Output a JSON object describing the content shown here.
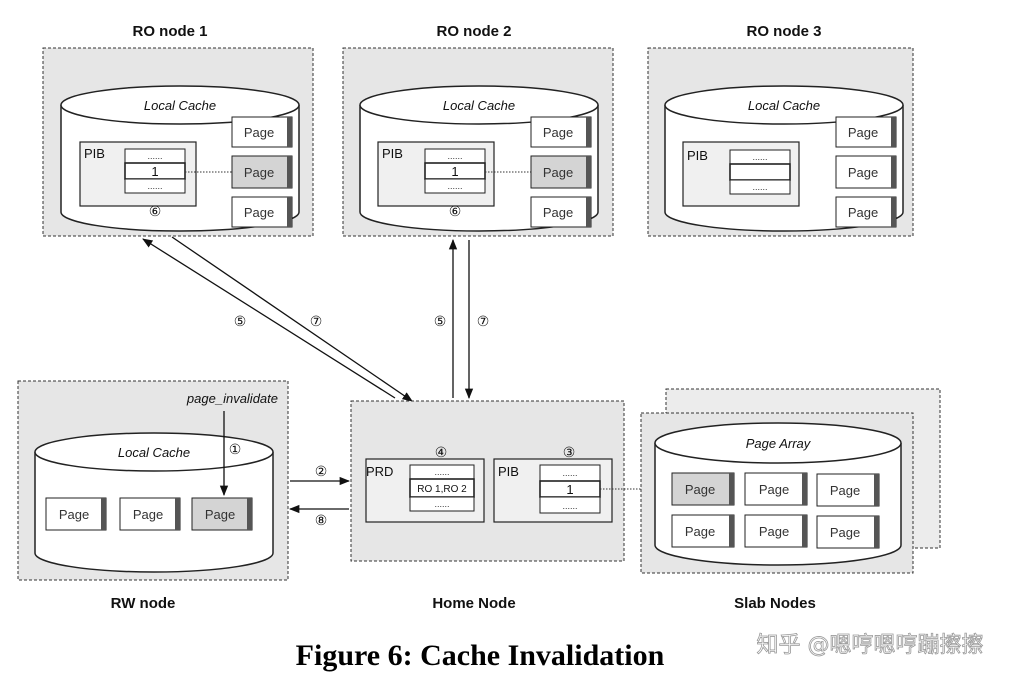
{
  "ro_nodes": [
    {
      "title": "RO node 1",
      "cache_title": "Local Cache",
      "pib_label": "PIB",
      "pib_rows": [
        "......",
        "1",
        "......"
      ],
      "pages": [
        "Page",
        "Page",
        "Page"
      ],
      "step": "⑥"
    },
    {
      "title": "RO node 2",
      "cache_title": "Local Cache",
      "pib_label": "PIB",
      "pib_rows": [
        "......",
        "1",
        "......"
      ],
      "pages": [
        "Page",
        "Page",
        "Page"
      ],
      "step": "⑥"
    },
    {
      "title": "RO node 3",
      "cache_title": "Local Cache",
      "pib_label": "PIB",
      "pib_rows": [
        "......",
        "",
        "......"
      ],
      "pages": [
        "Page",
        "Page",
        "Page"
      ]
    }
  ],
  "rw_node": {
    "title": "RW node",
    "cache_title": "Local Cache",
    "invalidate_label": "page_invalidate",
    "step": "①",
    "pages": [
      "Page",
      "Page",
      "Page"
    ]
  },
  "home_node": {
    "title": "Home Node",
    "prd_label": "PRD",
    "prd_step": "④",
    "prd_rows": [
      "......",
      "RO 1,RO 2",
      "......"
    ],
    "pib_label": "PIB",
    "pib_step": "③",
    "pib_rows": [
      "......",
      "1",
      "......"
    ]
  },
  "slab_nodes": {
    "title": "Slab Nodes",
    "array_title": "Page Array",
    "pages": [
      "Page",
      "Page",
      "Page",
      "Page",
      "Page",
      "Page"
    ]
  },
  "arrows": {
    "ro1_left": "⑤",
    "ro1_right": "⑦",
    "ro2_left": "⑤",
    "ro2_right": "⑦",
    "rw_to_home": "②",
    "home_to_rw": "⑧"
  },
  "caption": "Figure 6: Cache Invalidation",
  "watermark": "知乎 @嗯哼嗯哼蹦擦擦"
}
